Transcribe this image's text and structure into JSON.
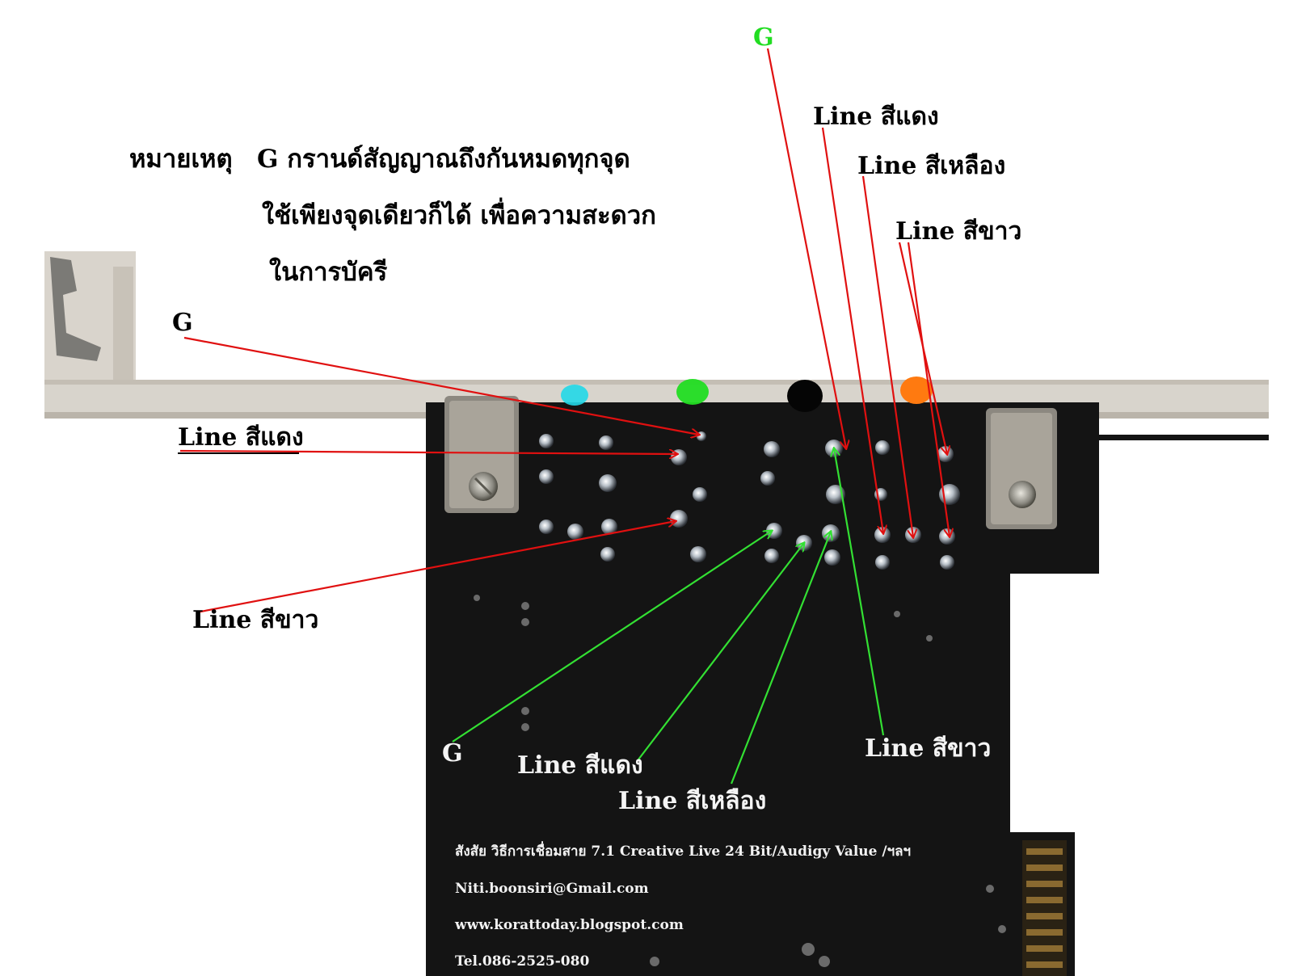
{
  "note": {
    "heading": "หมายเหตุ",
    "line1": "G กรานด์สัญญาณถึงกันหมดทุกจุด",
    "line2": "ใช้เพียงจุดเดียวก็ได้ เพื่อความสะดวก",
    "line3": "ในการบัครี"
  },
  "labels": {
    "top_g": "G",
    "top_red": "Line สีแดง",
    "top_yellow": "Line สีเหลือง",
    "top_white": "Line สีขาว",
    "left_g": "G",
    "left_red": "Line สีแดง",
    "left_white": "Line สีขาว",
    "bottom_g": "G",
    "bottom_red": "Line สีแดง",
    "bottom_yellow": "Line สีเหลือง",
    "bottom_white": "Line สีขาว"
  },
  "info": {
    "title": "สังสัย วิธีการเชื่อมสาย 7.1 Creative  Live 24 Bit/Audigy Value /ฯลฯ",
    "email": "Niti.boonsiri@Gmail.com",
    "website": "www.korattoday.blogspot.com",
    "tel": "Tel.086-2525-080"
  },
  "colors": {
    "red_arrow": "#e01010",
    "green_arrow": "#33e033",
    "jack_cyan": "#22d8e8",
    "jack_green": "#22dd22",
    "jack_black": "#050505",
    "jack_orange": "#ff7a10",
    "board": "#141414",
    "bracket": "#d8d4cc"
  }
}
